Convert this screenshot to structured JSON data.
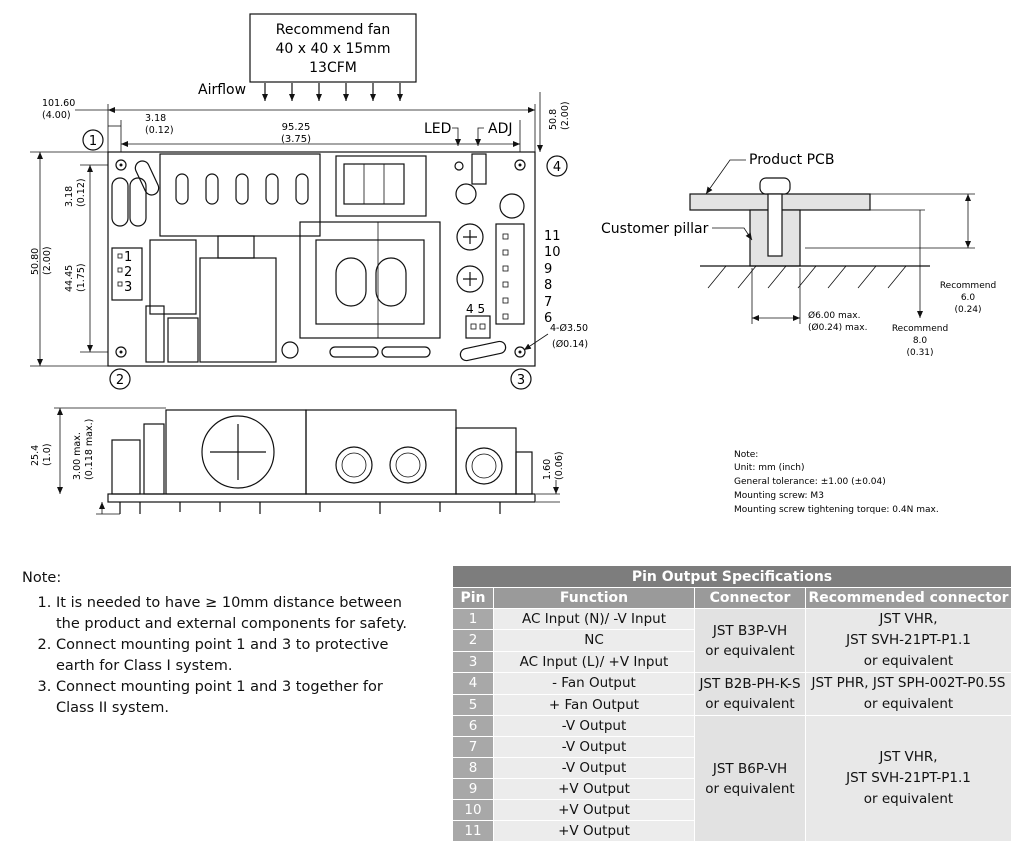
{
  "fan": {
    "line1": "Recommend fan",
    "line2": "40 x 40 x 15mm",
    "line3": "13CFM"
  },
  "labels": {
    "airflow": "Airflow",
    "led": "LED",
    "adj": "ADJ",
    "product_pcb": "Product PCB",
    "customer_pillar": "Customer pillar",
    "recommend_6": [
      "Recommend",
      "6.0",
      "(0.24)"
    ],
    "recommend_8": [
      "Recommend",
      "8.0",
      "(0.31)"
    ],
    "pillar_dia": [
      "Ø6.00 max.",
      "(Ø0.24) max."
    ],
    "hole_dia": [
      "4-Ø3.50",
      "(Ø0.14)"
    ]
  },
  "dims": {
    "w_total": [
      "101.60",
      "(4.00)"
    ],
    "edge": [
      "3.18",
      "(0.12)"
    ],
    "hole_span": [
      "95.25",
      "(3.75)"
    ],
    "right": [
      "50.8",
      "(2.00)"
    ],
    "h_total": [
      "50.80",
      "(2.00)"
    ],
    "v_edge": [
      "3.18",
      "(0.12)"
    ],
    "h_holes": [
      "44.45",
      "(1.75)"
    ],
    "height": [
      "25.4",
      "(1.0)"
    ],
    "clear": [
      "3.00 max.",
      "(0.118 max.)"
    ],
    "pcb": [
      "1.60",
      "(0.06)"
    ]
  },
  "mount_points": [
    "1",
    "2",
    "3",
    "4"
  ],
  "pins_left": [
    "1",
    "2",
    "3"
  ],
  "pins_right": [
    "11",
    "10",
    "9",
    "8",
    "7",
    "6"
  ],
  "pins_fan": "4 5",
  "drawing_note": [
    "Note:",
    "Unit: mm (inch)",
    "General tolerance: ±1.00 (±0.04)",
    "Mounting screw: M3",
    "Mounting screw tightening torque: 0.4N max."
  ],
  "note": {
    "title": "Note:",
    "items": [
      "It is needed to have ≥ 10mm distance between the product and external components for safety.",
      "Connect mounting point 1 and 3 to protective earth for Class I system.",
      "Connect mounting point 1 and 3 together for Class II system."
    ]
  },
  "table": {
    "title": "Pin Output Specifications",
    "headers": [
      "Pin",
      "Function",
      "Connector",
      "Recommended connector"
    ],
    "functions": [
      "AC Input (N)/ -V Input",
      "NC",
      "AC Input (L)/ +V Input",
      "- Fan Output",
      "+ Fan Output",
      "-V Output",
      "-V Output",
      "-V Output",
      "+V Output",
      "+V Output",
      "+V Output"
    ],
    "pins": [
      "1",
      "2",
      "3",
      "4",
      "5",
      "6",
      "7",
      "8",
      "9",
      "10",
      "11"
    ],
    "g1": {
      "conn": [
        "JST B3P-VH",
        "or equivalent"
      ],
      "rec": [
        "JST VHR,",
        "JST SVH-21PT-P1.1",
        "or equivalent"
      ]
    },
    "g2": {
      "conn": [
        "JST B2B-PH-K-S",
        "or equivalent"
      ],
      "rec": [
        "JST PHR, JST SPH-002T-P0.5S",
        "or equivalent"
      ]
    },
    "g3": {
      "conn": [
        "JST B6P-VH",
        "or equivalent"
      ],
      "rec": [
        "JST VHR,",
        "JST SVH-21PT-P1.1",
        "or equivalent"
      ]
    }
  }
}
